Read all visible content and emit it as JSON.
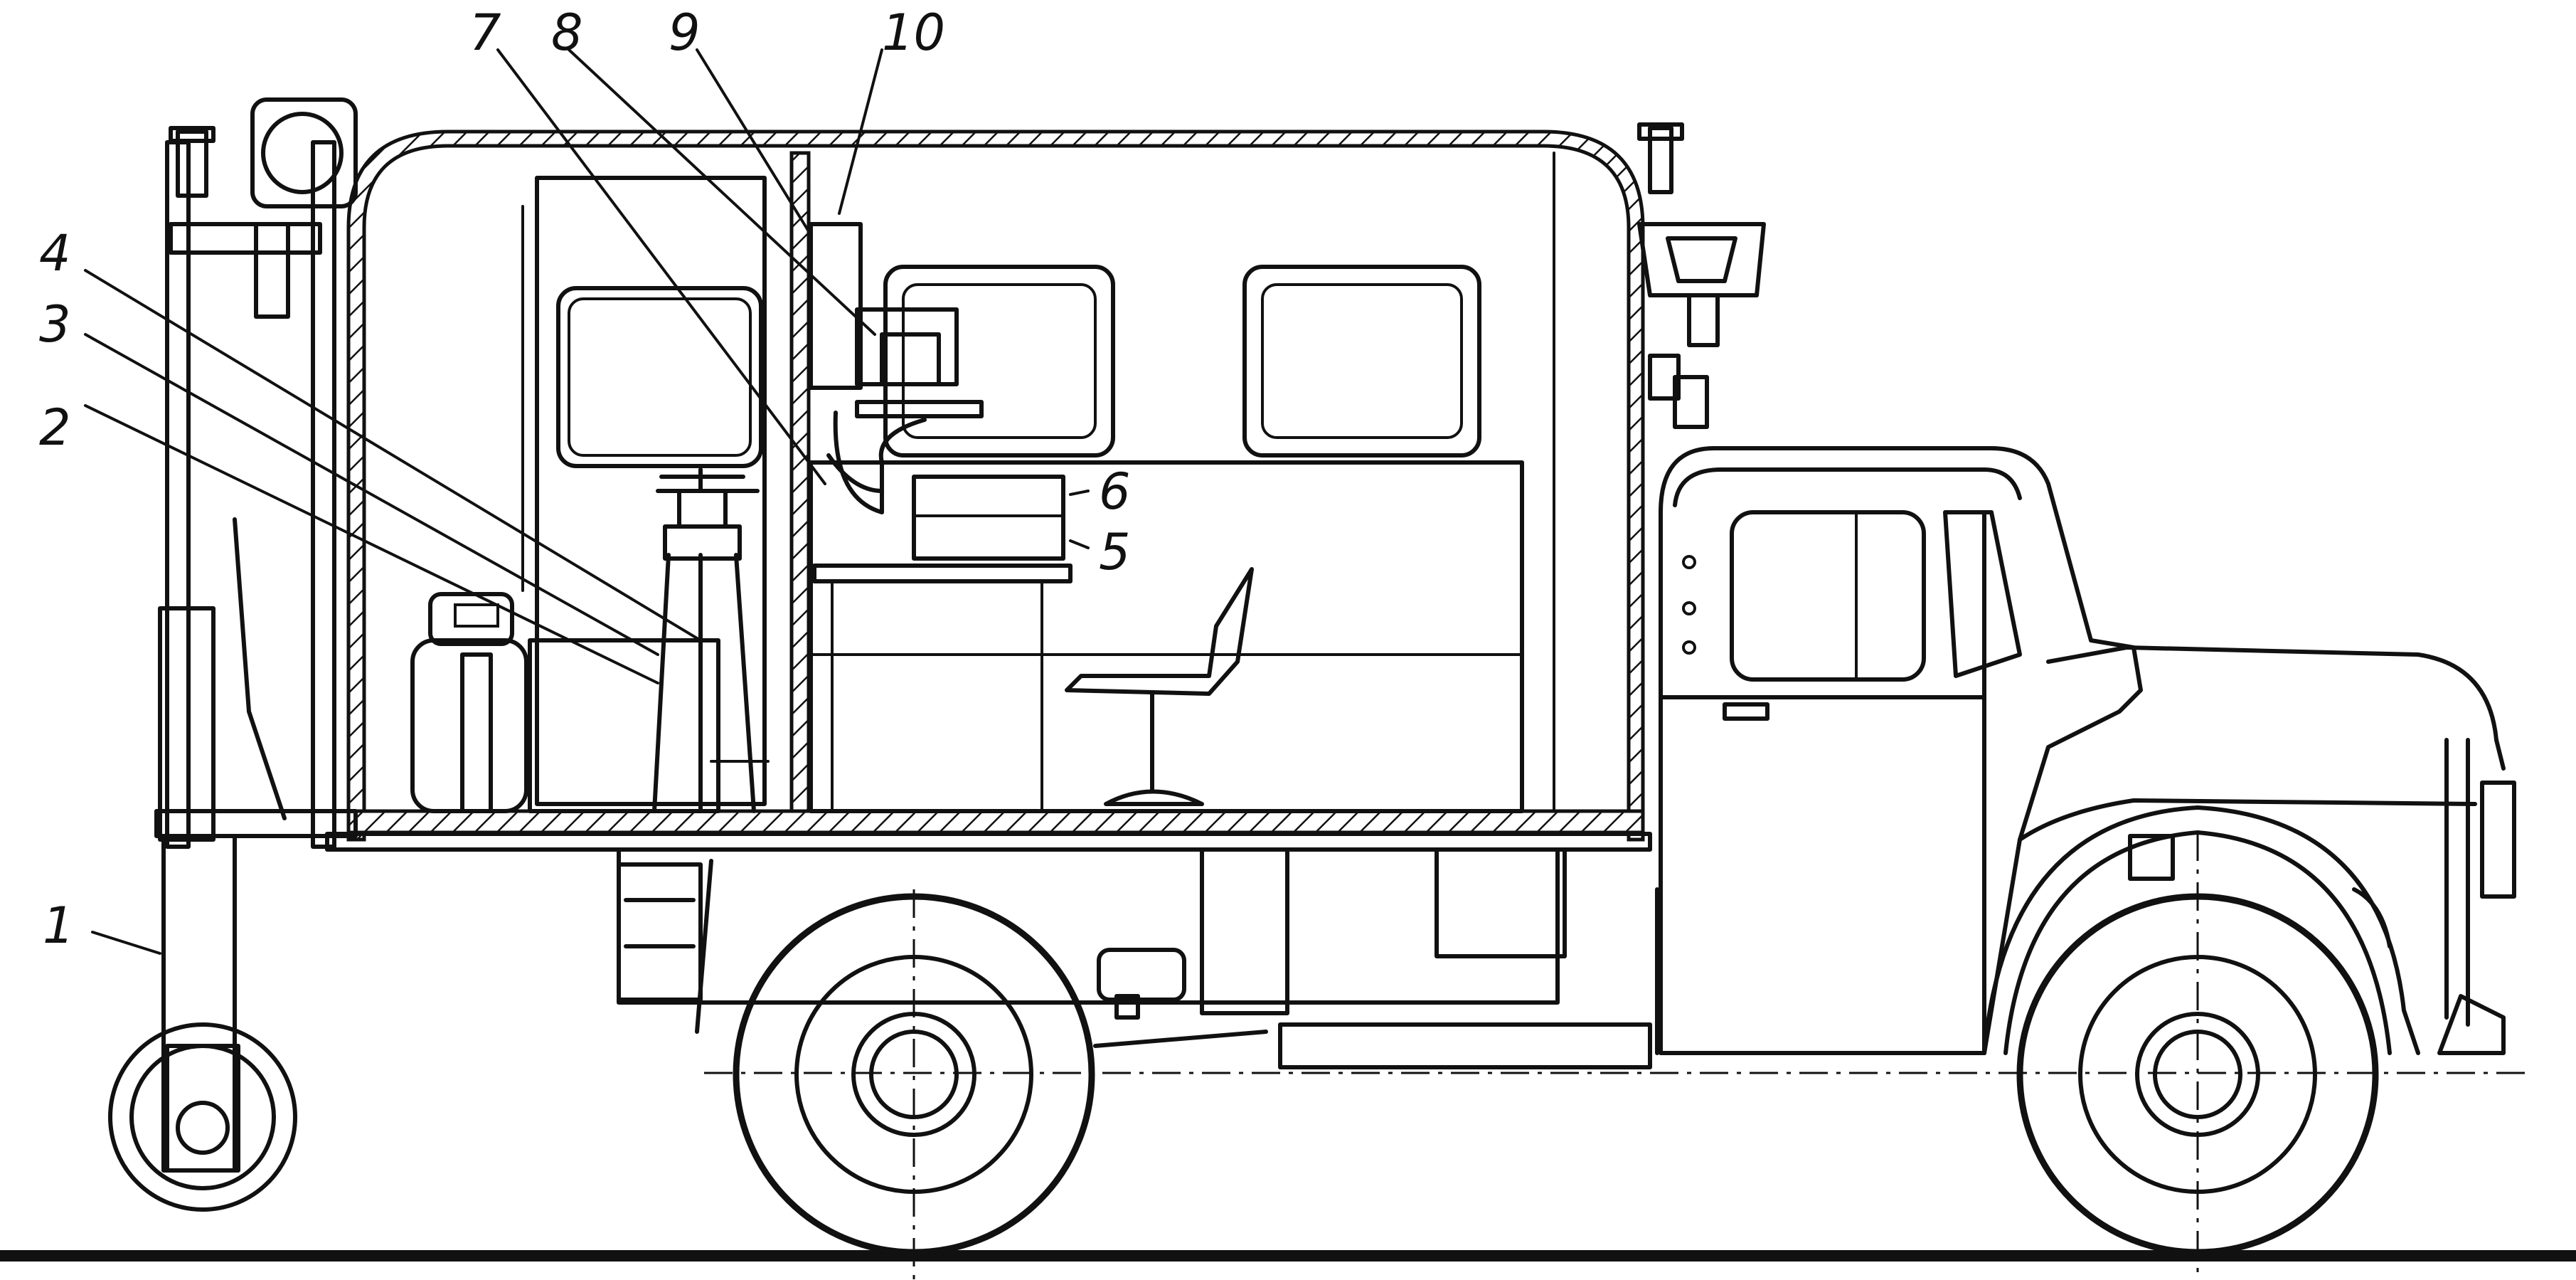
{
  "diagram": {
    "callout_labels": [
      "1",
      "2",
      "3",
      "4",
      "5",
      "6",
      "7",
      "8",
      "9",
      "10"
    ]
  }
}
